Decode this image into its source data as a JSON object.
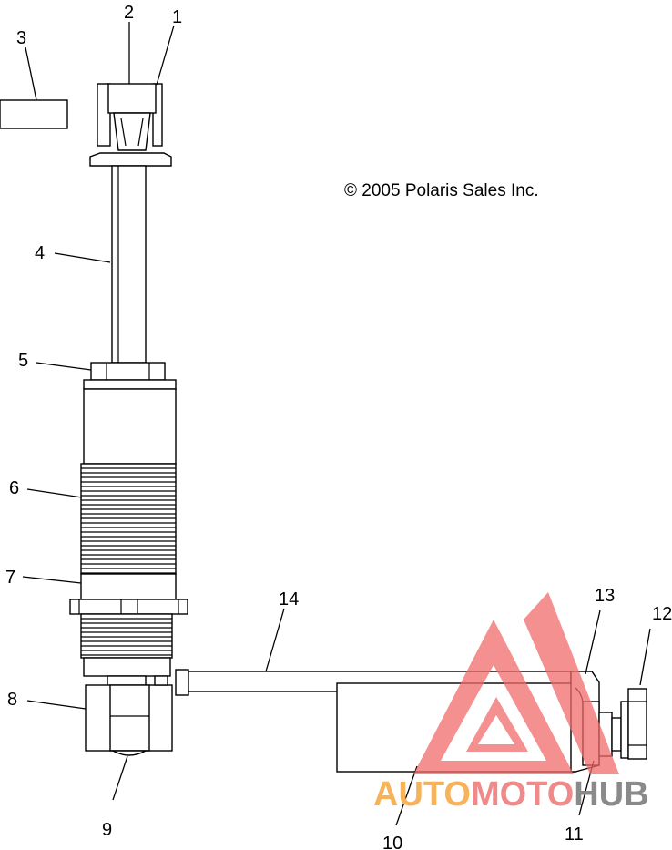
{
  "diagram": {
    "copyright": "© 2005 Polaris Sales Inc.",
    "callouts": {
      "c1": "1",
      "c2": "2",
      "c3": "3",
      "c4": "4",
      "c5": "5",
      "c6": "6",
      "c7": "7",
      "c8": "8",
      "c9": "9",
      "c10": "10",
      "c11": "11",
      "c12": "12",
      "c13": "13",
      "c14": "14"
    }
  },
  "watermark": {
    "part1": "AUTO",
    "part2": "MOTO",
    "part3": "HUB",
    "colors": {
      "auto": "#f7b35a",
      "moto": "#f08a8a",
      "hub": "#8a8a8a",
      "triangle": "#f26b6b"
    }
  }
}
